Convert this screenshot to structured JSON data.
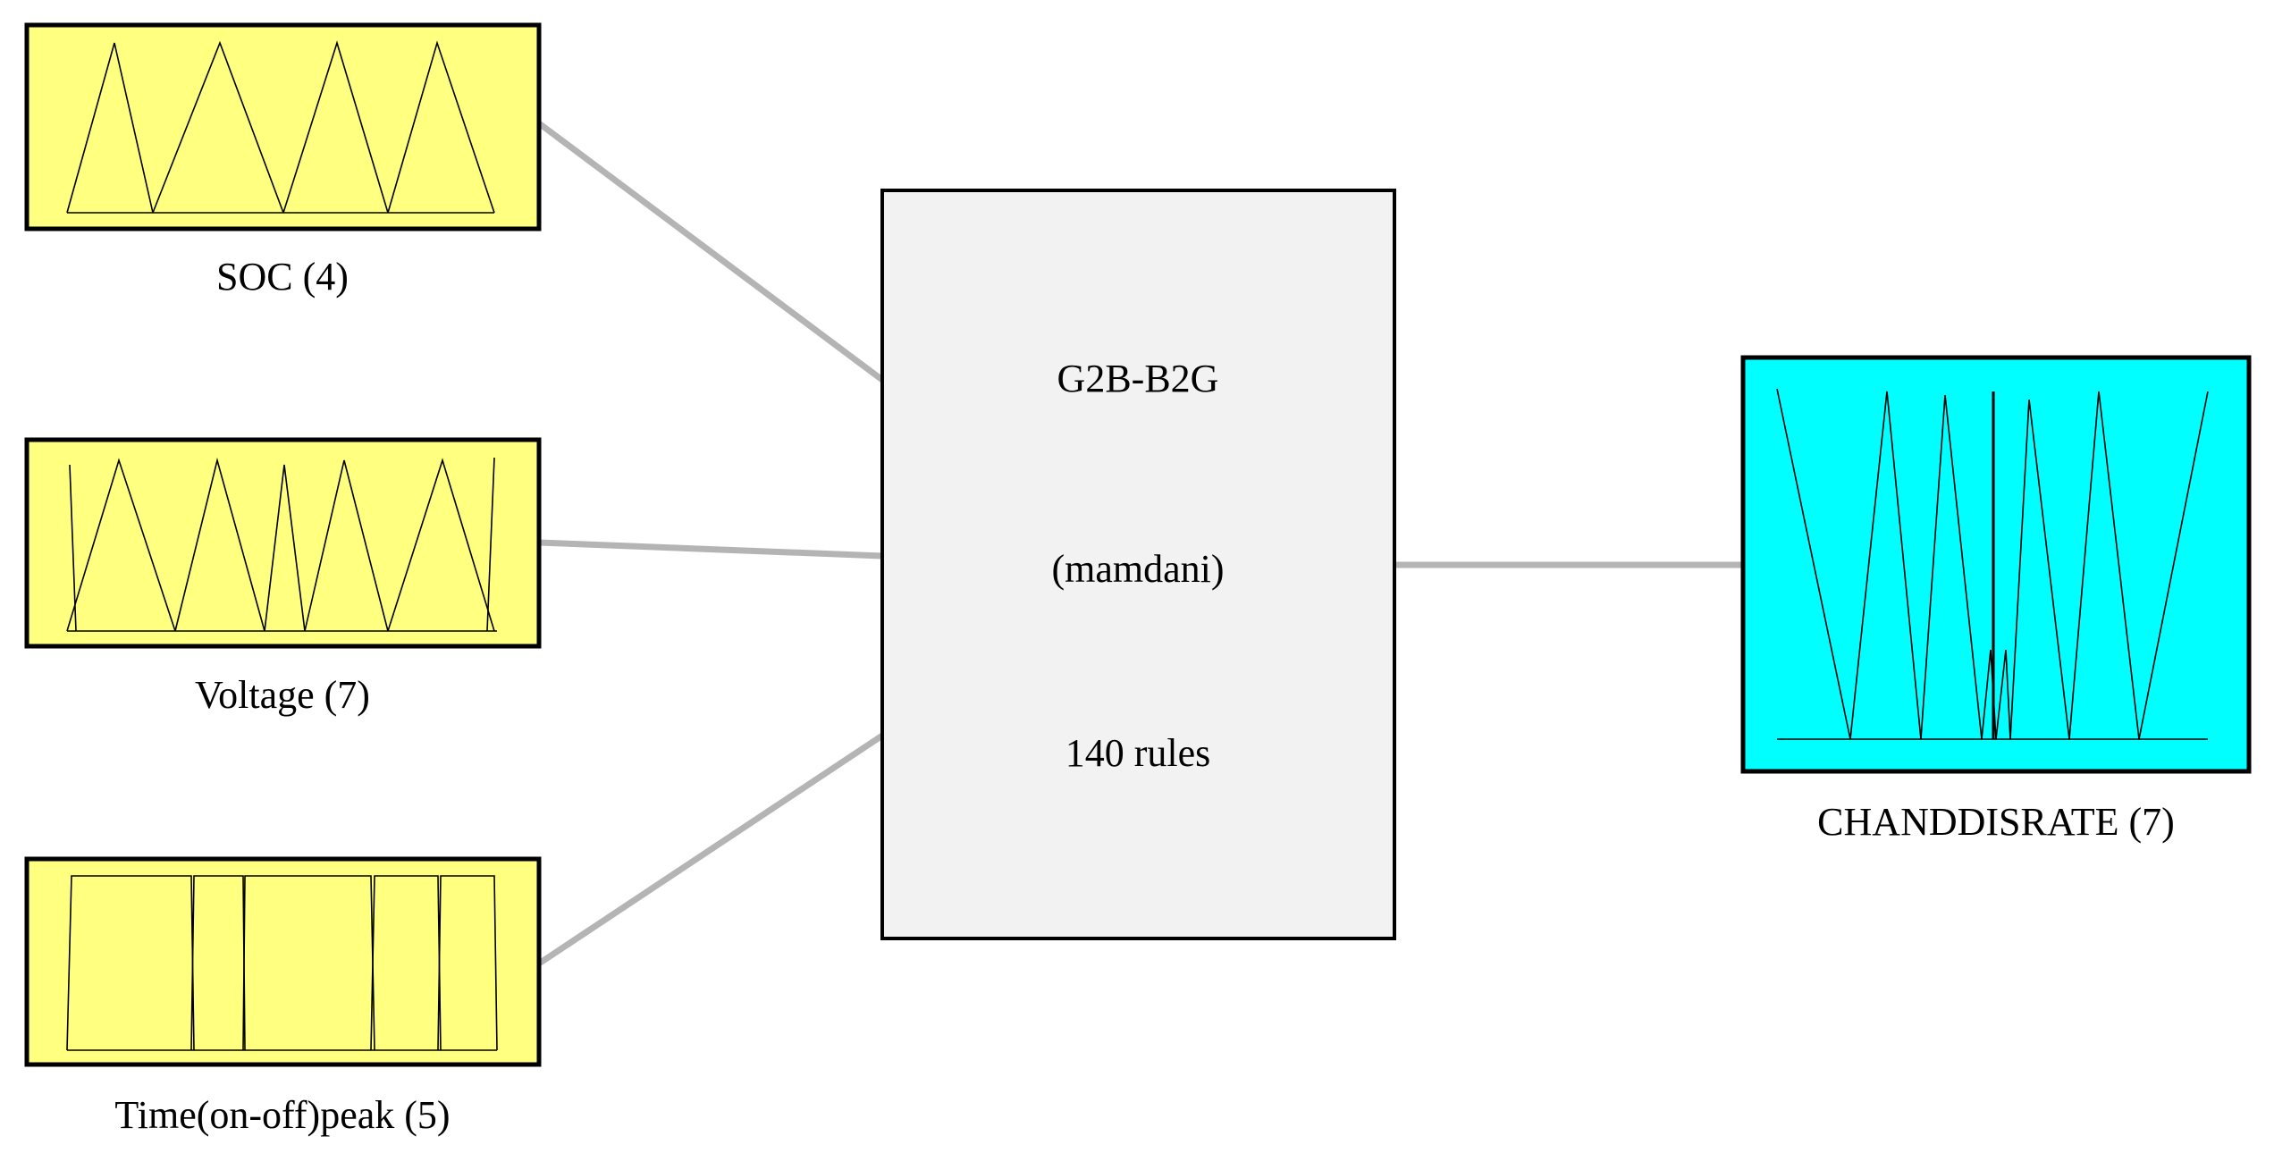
{
  "colors": {
    "input_fill": "#ffff80",
    "output_fill": "#00ffff",
    "system_fill": "#f2f2f2",
    "connector": "#b4b4b4"
  },
  "inputs": [
    {
      "label": "SOC (4)",
      "mf_count": 4
    },
    {
      "label": "Voltage (7)",
      "mf_count": 7
    },
    {
      "label": "Time(on-off)peak (5)",
      "mf_count": 5
    }
  ],
  "system": {
    "name": "G2B-B2G",
    "type": "(mamdani)",
    "rules": "140 rules"
  },
  "output": {
    "label": "CHANDDISRATE (7)",
    "mf_count": 7
  }
}
